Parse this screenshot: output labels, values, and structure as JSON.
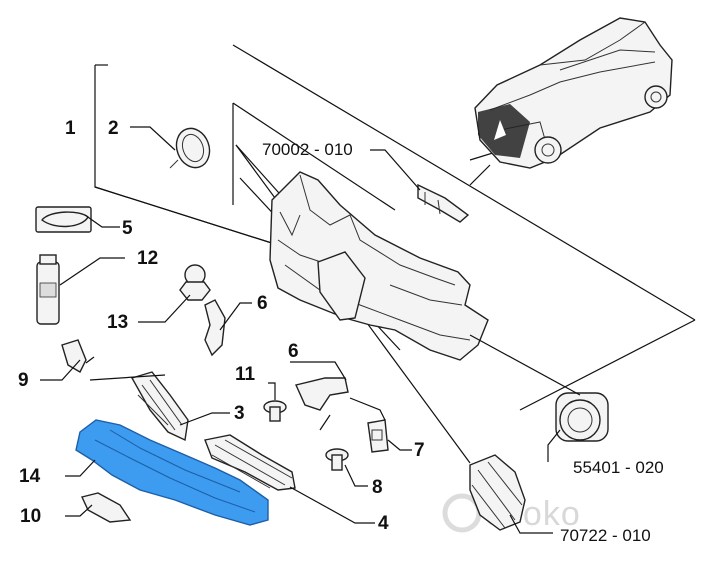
{
  "labels": {
    "p1": "1",
    "p2": "2",
    "p3": "3",
    "p4": "4",
    "p5": "5",
    "p6a": "6",
    "p6b": "6",
    "p7": "7",
    "p8": "8",
    "p9": "9",
    "p10": "10",
    "p11": "11",
    "p12": "12",
    "p13": "13",
    "p14": "14",
    "code_70002": "70002 - 010",
    "code_55401": "55401 - 020",
    "code_70722": "70722 - 010"
  },
  "watermark": "ovoko",
  "highlight_color": "#3d9bf0"
}
